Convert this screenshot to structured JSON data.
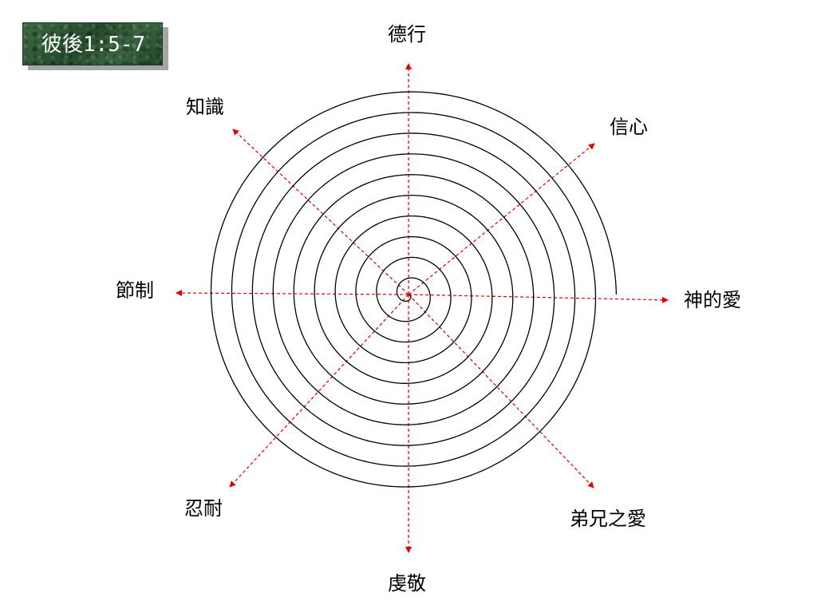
{
  "title": "彼後1:5-7",
  "labels": {
    "top": "德行",
    "top_right": "信心",
    "right": "神的愛",
    "bottom_right": "弟兄之愛",
    "bottom": "虔敬",
    "bottom_left": "忍耐",
    "left": "節制",
    "top_left": "知識"
  },
  "colors": {
    "arrows": "#e00000",
    "spiral": "#000000",
    "title_background": "#2f5a37",
    "title_text": "#ffffff"
  },
  "spiral": {
    "turns": 10
  }
}
